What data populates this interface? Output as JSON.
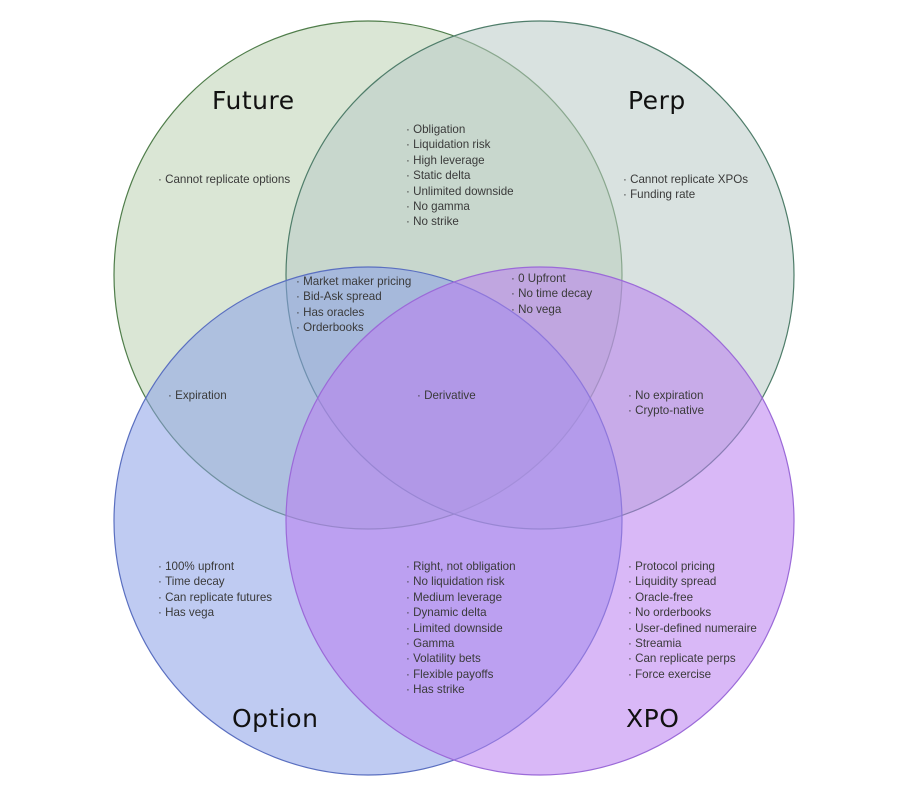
{
  "colors": {
    "future_fill": "#bcd1b3",
    "future_stroke": "#4f7d4a",
    "perp_fill": "#b9cbc6",
    "perp_stroke": "#4f7d6a",
    "option_fill": "#8aa0e8",
    "option_stroke": "#5a6fc0",
    "xpo_fill": "#b97ef0",
    "xpo_stroke": "#9b6ad8"
  },
  "sets": {
    "future": {
      "title": "Future"
    },
    "perp": {
      "title": "Perp"
    },
    "option": {
      "title": "Option"
    },
    "xpo": {
      "title": "XPO"
    }
  },
  "regions": {
    "future_only": [
      "Cannot replicate options"
    ],
    "perp_only": [
      "Cannot replicate XPOs",
      "Funding rate"
    ],
    "future_perp": [
      "Obligation",
      "Liquidation risk",
      "High leverage",
      "Static delta",
      "Unlimited downside",
      "No gamma",
      "No strike"
    ],
    "future_perp_option": [
      "Market maker pricing",
      "Bid-Ask spread",
      "Has oracles",
      "Orderbooks"
    ],
    "future_perp_xpo": [
      "0 Upfront",
      "No time decay",
      "No vega"
    ],
    "future_option": [
      "Expiration"
    ],
    "all": [
      "Derivative"
    ],
    "perp_xpo": [
      "No expiration",
      "Crypto-native"
    ],
    "option_only": [
      "100% upfront",
      "Time decay",
      "Can replicate futures",
      "Has vega"
    ],
    "option_xpo": [
      "Right, not obligation",
      "No liquidation risk",
      "Medium leverage",
      "Dynamic delta",
      "Limited downside",
      "Gamma",
      "Volatility bets",
      "Flexible payoffs",
      "Has strike"
    ],
    "xpo_only": [
      "Protocol pricing",
      "Liquidity spread",
      "Oracle-free",
      "No orderbooks",
      "User-defined numeraire",
      "Streamia",
      "Can replicate perps",
      "Force exercise"
    ]
  }
}
